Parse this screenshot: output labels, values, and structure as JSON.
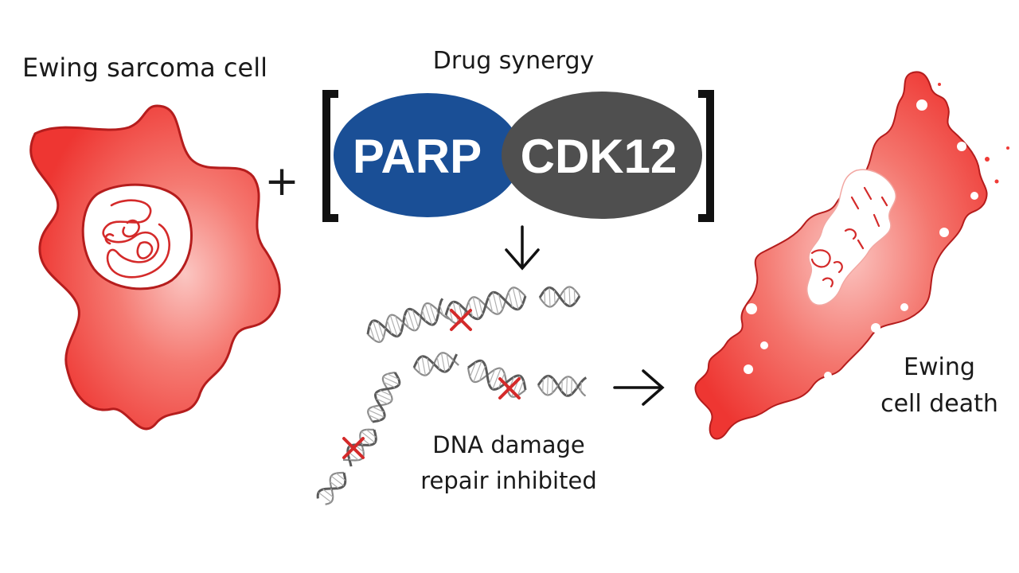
{
  "left_cell": {
    "label": "Ewing sarcoma cell"
  },
  "combination": {
    "operator": "+",
    "label": "Drug synergy",
    "targets": [
      {
        "label": "PARP",
        "color": "#1a4f96"
      },
      {
        "label": "CDK12",
        "color": "#4f4f4f"
      }
    ]
  },
  "dna": {
    "label_line1": "DNA damage",
    "label_line2": "repair inhibited",
    "damage_mark_color": "#d42a2a",
    "strand_color": "#8c8c8c"
  },
  "right_cell": {
    "label_line1": "Ewing",
    "label_line2": "cell death"
  },
  "colors": {
    "cell_fill": "#ef3b36",
    "cell_highlight": "#fbc6c2",
    "cell_outline": "#b51d1d",
    "arrow": "#111111"
  }
}
